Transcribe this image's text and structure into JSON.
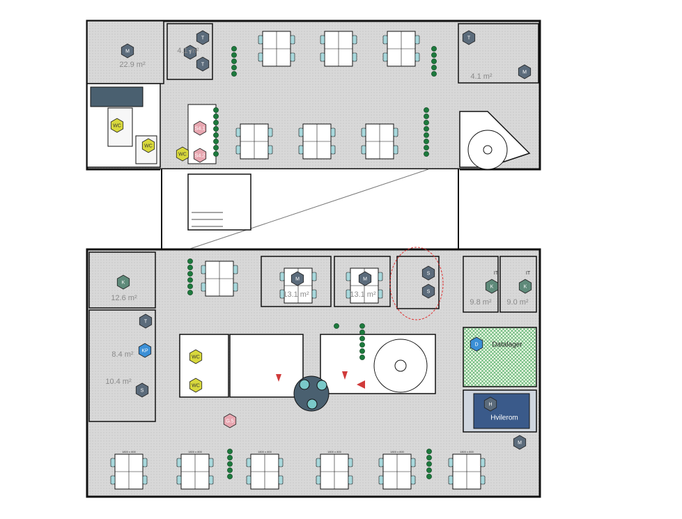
{
  "colors": {
    "floor": "#d9d9d9",
    "wall": "#111111",
    "meeting_hex": "#5b6b7b",
    "toilet_hex": "#d8d83c",
    "kitchen_hex": "#5f8a7a",
    "hatch": "#f0e6b0",
    "datalager_green": "#d8f0d0",
    "hvile_blue": "#3a5a8a",
    "plant_green": "#1d7a3d",
    "chair_teal": "#7ac9c9",
    "red_marker": "#e03030",
    "pink_hex": "#e7a6b0"
  },
  "rooms": {
    "datalager": "Datalager",
    "hvilerom": "Hvilerom"
  },
  "hex_labels": [
    {
      "text": "M",
      "kind": "meeting"
    },
    {
      "text": "T",
      "kind": "meeting"
    },
    {
      "text": "T",
      "kind": "meeting"
    },
    {
      "text": "T",
      "kind": "meeting"
    },
    {
      "text": "T",
      "kind": "meeting"
    },
    {
      "text": "M",
      "kind": "meeting"
    },
    {
      "text": "WC",
      "kind": "toilet"
    },
    {
      "text": "WC",
      "kind": "toilet"
    },
    {
      "text": "WC",
      "kind": "toilet"
    },
    {
      "text": "S4.1",
      "kind": "pink"
    },
    {
      "text": "S4.2",
      "kind": "pink"
    },
    {
      "text": "K",
      "kind": "kitchen"
    },
    {
      "text": "T",
      "kind": "meeting"
    },
    {
      "text": "KP",
      "kind": "blue"
    },
    {
      "text": "S",
      "kind": "meeting"
    },
    {
      "text": "M",
      "kind": "meeting"
    },
    {
      "text": "M",
      "kind": "meeting"
    },
    {
      "text": "S",
      "kind": "meeting"
    },
    {
      "text": "S",
      "kind": "meeting"
    },
    {
      "text": "K",
      "kind": "kitchen"
    },
    {
      "text": "K",
      "kind": "kitchen"
    },
    {
      "text": "D",
      "kind": "blue"
    },
    {
      "text": "WC",
      "kind": "toilet"
    },
    {
      "text": "WC",
      "kind": "toilet"
    },
    {
      "text": "G.5",
      "kind": "pink"
    },
    {
      "text": "H",
      "kind": "meeting"
    },
    {
      "text": "M",
      "kind": "meeting"
    }
  ],
  "area_labels": [
    "22.9 m²",
    "12.6 m²",
    "9.8 m²",
    "9.0 m²",
    "8.4 m²",
    "4.1 m²",
    "4.1 m²",
    "13.1 m²",
    "13.1 m²",
    "10.4 m²"
  ],
  "small_labels": {
    "it1": "IT",
    "it2": "IT",
    "desk_size": "1800 x 800"
  }
}
